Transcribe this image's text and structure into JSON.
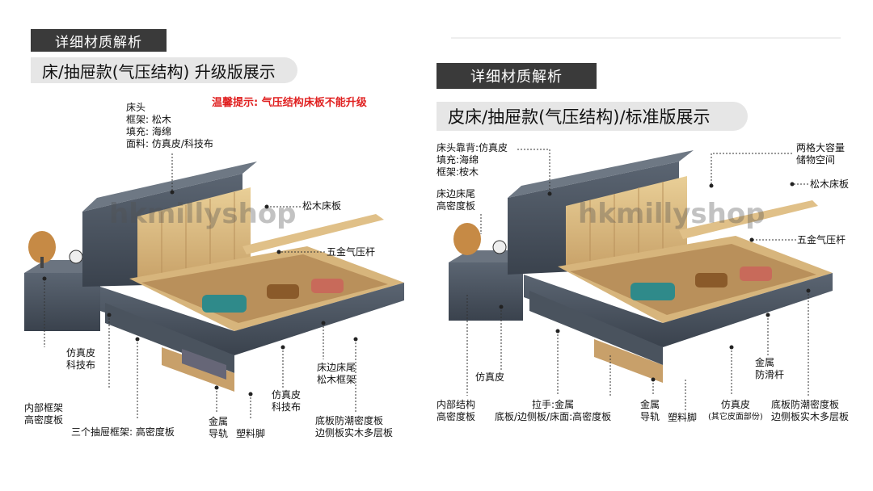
{
  "left": {
    "section_tag": "详细材质解析",
    "title": "床/抽屉款(气压结构) 升级版展示",
    "warning": "温馨提示: 气压结构床板不能升级",
    "watermark": "hkmillyshop",
    "headboard_label": [
      "床头",
      "框架: 松木",
      "填充: 海绵",
      "面料: 仿真皮/科技布"
    ],
    "pine_slat": "松木床板",
    "gas_strut": "五金气压杆",
    "fabric_left": [
      "仿真皮",
      "科技布"
    ],
    "side_frame": [
      "床边床尾",
      "松木框架"
    ],
    "inner_frame": [
      "内部框架",
      "高密度板"
    ],
    "drawer_frame": "三个抽屉框架: 高密度板",
    "metal_rail": [
      "金属",
      "导轨"
    ],
    "plastic_foot": "塑料脚",
    "fabric_bottom": [
      "仿真皮",
      "科技布"
    ],
    "base_board": [
      "底板防潮密度板",
      "边侧板实木多层板"
    ]
  },
  "right": {
    "section_tag": "详细材质解析",
    "title": "皮床/抽屉款(气压结构)/标准版展示",
    "watermark": "hkmillyshop",
    "headboard_label": [
      "床头靠背:仿真皮",
      "填充:海绵",
      "框架:桉木"
    ],
    "side_label": [
      "床边床尾",
      "高密度板"
    ],
    "storage": [
      "两格大容量",
      "储物空间"
    ],
    "pine_slat": "松木床板",
    "gas_strut": "五金气压杆",
    "leather": "仿真皮",
    "anti_slip": [
      "金属",
      "防滑杆"
    ],
    "inner_struct": [
      "内部结构",
      "高密度板"
    ],
    "handle": [
      "拉手:金属",
      "底板/边侧板/床面:高密度板"
    ],
    "metal_rail": [
      "金属",
      "导轨"
    ],
    "plastic_foot": "塑料脚",
    "leather_other": [
      "仿真皮",
      "(其它皮面部份)"
    ],
    "base_board": [
      "底板防潮密度板",
      "边侧板实木多层板"
    ]
  }
}
